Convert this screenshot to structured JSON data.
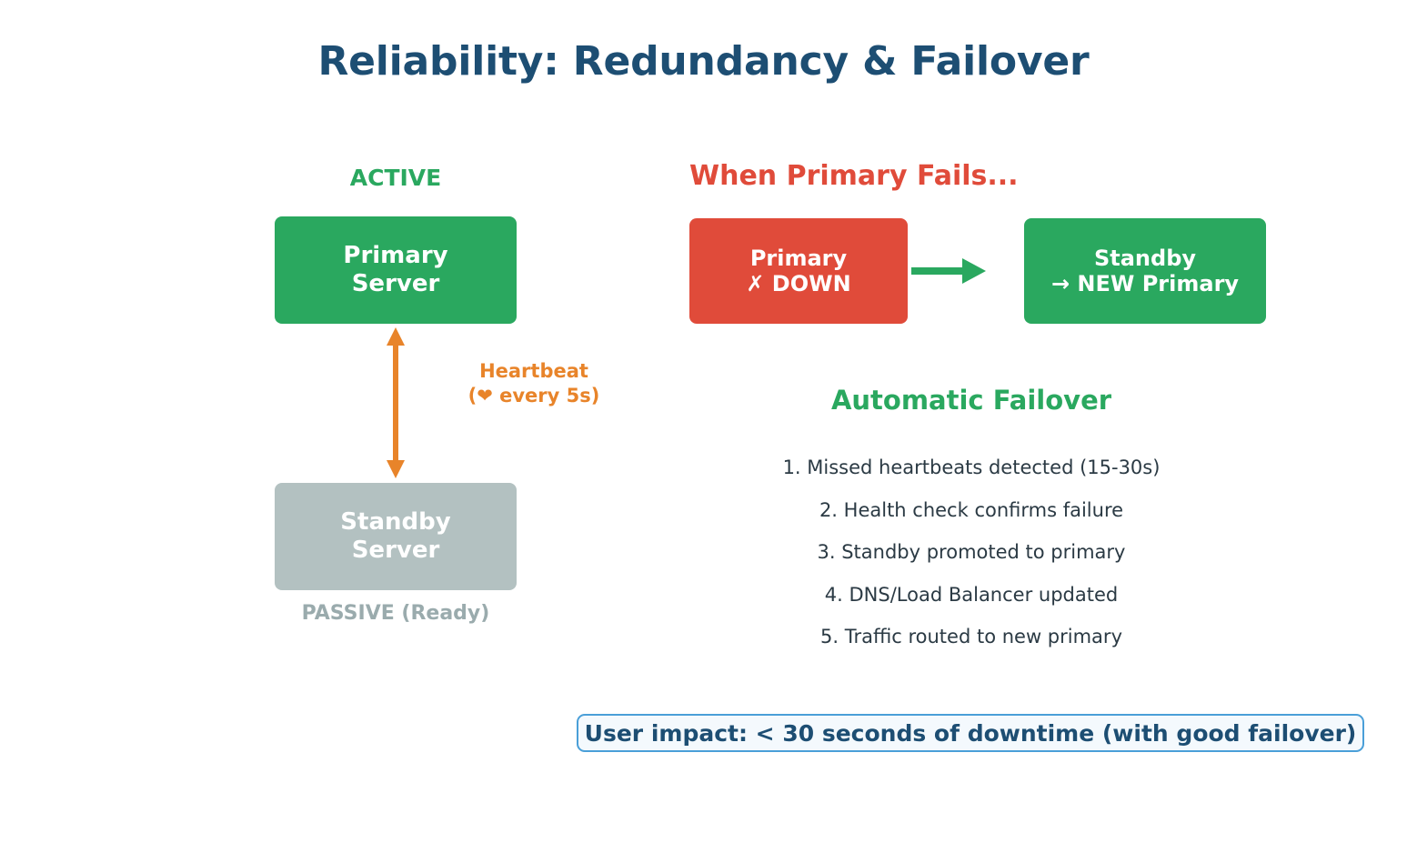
{
  "title": "Reliability: Redundancy & Failover",
  "left_panel": {
    "active_label": "ACTIVE",
    "primary_box": {
      "line1": "Primary",
      "line2": "Server"
    },
    "heartbeat": {
      "line1": "Heartbeat",
      "line2": "(❤ every 5s)"
    },
    "standby_box": {
      "line1": "Standby",
      "line2": "Server"
    },
    "passive_label": "PASSIVE (Ready)"
  },
  "right_panel": {
    "fails_heading": "When Primary Fails...",
    "down_box": {
      "line1": "Primary",
      "line2": "✗ DOWN"
    },
    "new_primary_box": {
      "line1": "Standby",
      "line2": "→ NEW Primary"
    },
    "auto_heading": "Automatic Failover",
    "steps": [
      "1. Missed heartbeats detected (15-30s)",
      "2. Health check confirms failure",
      "3. Standby promoted to primary",
      "4. DNS/Load Balancer updated",
      "5. Traffic routed to new primary"
    ]
  },
  "impact_banner": "User impact: < 30 seconds of downtime (with good failover)",
  "colors": {
    "title_navy": "#1d4e73",
    "green": "#2aa85f",
    "red": "#e04b3a",
    "grey": "#b3c1c1",
    "grey_label": "#9aabad",
    "orange": "#e8842a",
    "banner_border": "#4a9fd8",
    "banner_bg": "#f4f9fd",
    "body_text": "#2b3a44"
  }
}
